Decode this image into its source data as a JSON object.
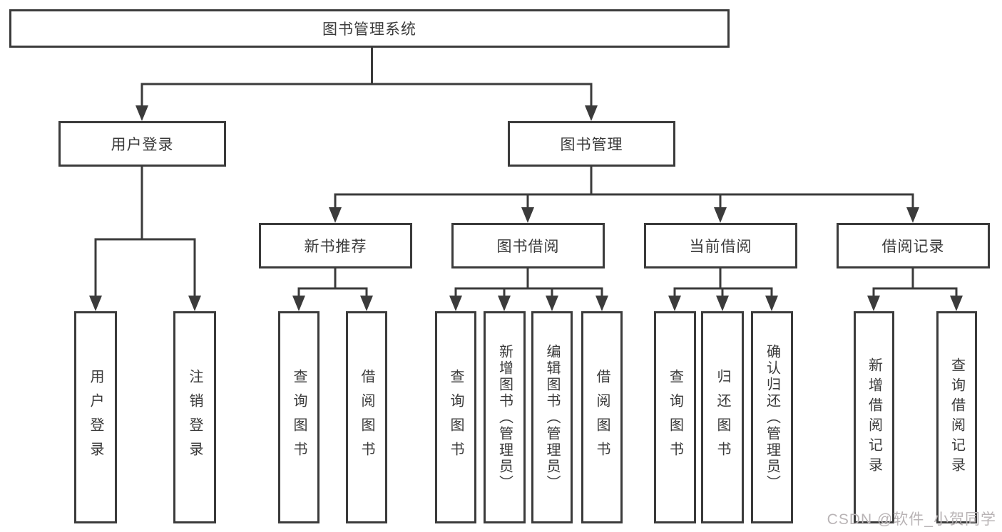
{
  "diagram": {
    "type": "hierarchy-tree",
    "title": "图书管理系统",
    "colors": {
      "background": "#ffffff",
      "line": "#3b3b3b",
      "box_border": "#3b3b3b",
      "box_fill": "#ffffff",
      "text": "#3a3a3a",
      "watermark": "#b9b4b6"
    },
    "nodes": {
      "root": "图书管理系统",
      "user_login": "用户登录",
      "book_mgmt": "图书管理",
      "new_book_rec": "新书推荐",
      "book_borrow": "图书借阅",
      "current_borrow": "当前借阅",
      "borrow_records": "借阅记录",
      "ul_login": "用户登录",
      "ul_logout": "注销登录",
      "nb_query": "查询图书",
      "nb_borrow": "借阅图书",
      "bb_query": "查询图书",
      "bb_add": "新增图书（管理员）",
      "bb_edit": "编辑图书（管理员）",
      "bb_borrow": "借阅图书",
      "cb_query": "查询图书",
      "cb_return": "归还图书",
      "cb_confirm": "确认归还（管理员）",
      "br_add": "新增借阅记录",
      "br_query": "查询借阅记录"
    },
    "edges": {
      "root": [
        "user_login",
        "book_mgmt"
      ],
      "user_login": [
        "ul_login",
        "ul_logout"
      ],
      "book_mgmt": [
        "new_book_rec",
        "book_borrow",
        "current_borrow",
        "borrow_records"
      ],
      "new_book_rec": [
        "nb_query",
        "nb_borrow"
      ],
      "book_borrow": [
        "bb_query",
        "bb_add",
        "bb_edit",
        "bb_borrow"
      ],
      "current_borrow": [
        "cb_query",
        "cb_return",
        "cb_confirm"
      ],
      "borrow_records": [
        "br_add",
        "br_query"
      ]
    },
    "arrow_icon": "filled-down-triangle"
  },
  "watermark": {
    "text": "CSDN @软件_小贺同学"
  }
}
